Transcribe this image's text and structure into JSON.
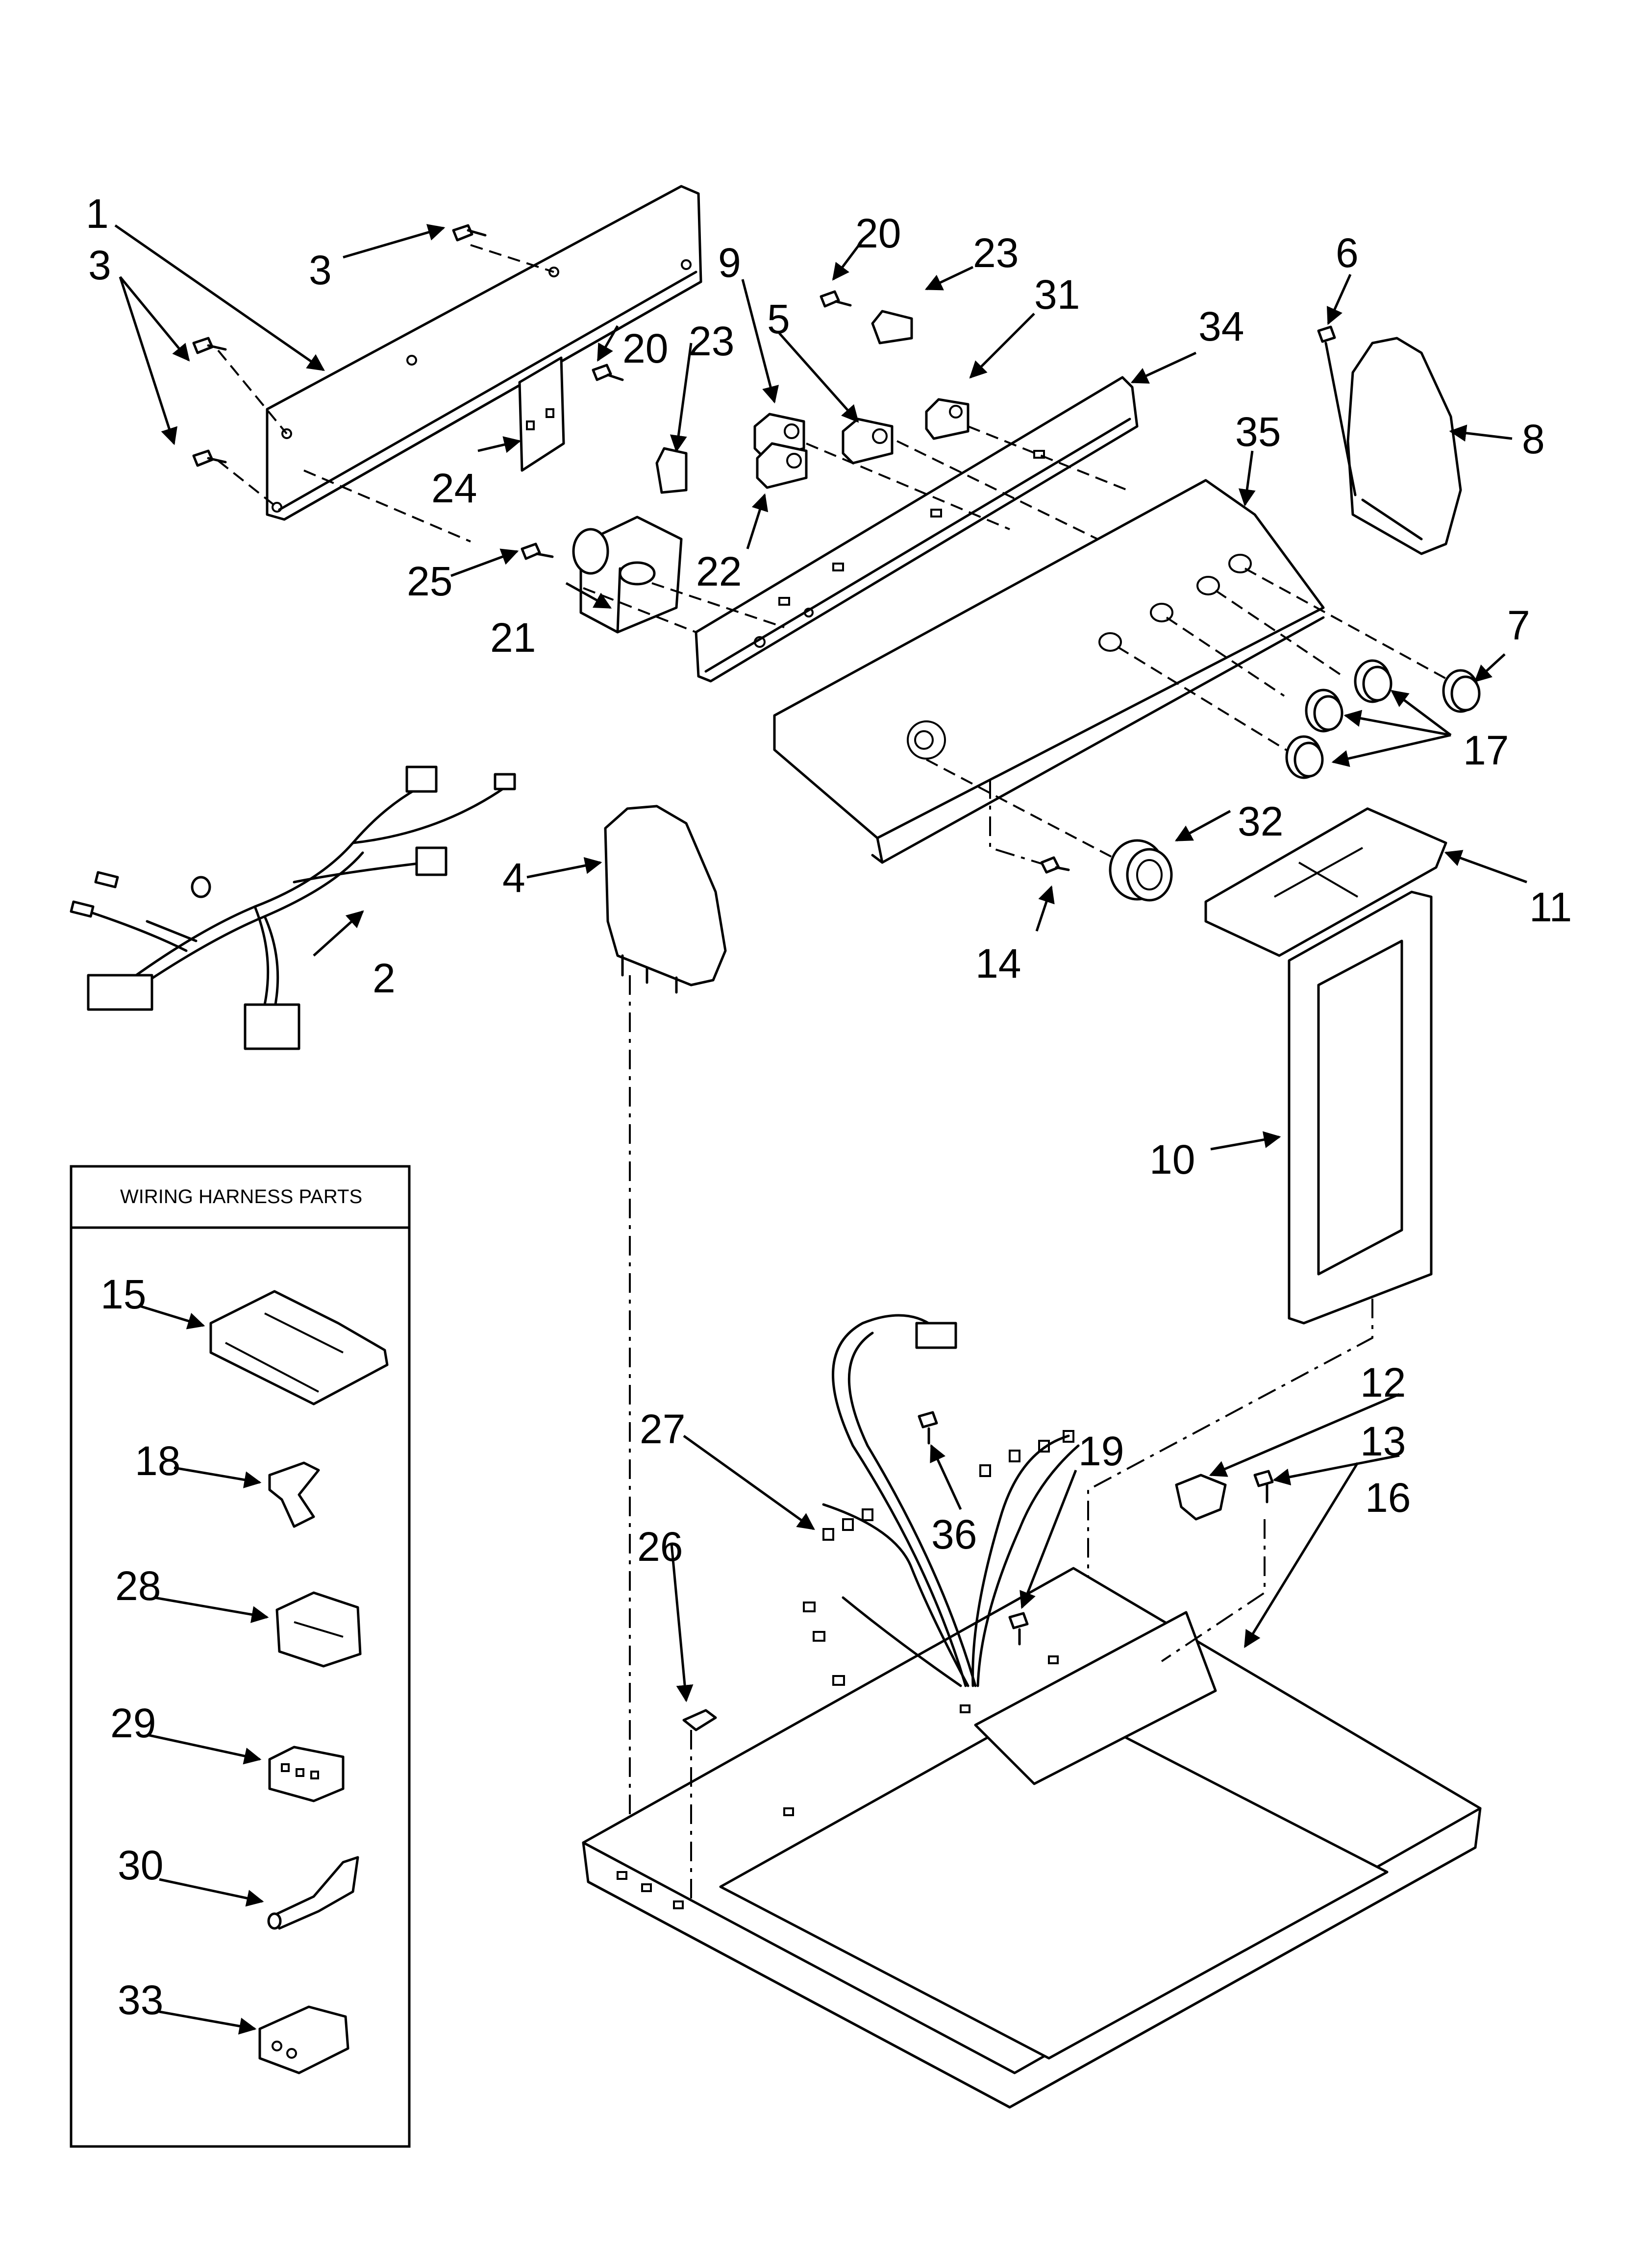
{
  "callouts": {
    "c1": "1",
    "c2": "2",
    "c3a": "3",
    "c3b": "3",
    "c4": "4",
    "c5": "5",
    "c6": "6",
    "c7": "7",
    "c8": "8",
    "c9": "9",
    "c10": "10",
    "c11": "11",
    "c12": "12",
    "c13": "13",
    "c14": "14",
    "c16": "16",
    "c17": "17",
    "c19": "19",
    "c20a": "20",
    "c20b": "20",
    "c21": "21",
    "c22": "22",
    "c23a": "23",
    "c23b": "23",
    "c24": "24",
    "c25": "25",
    "c26": "26",
    "c27": "27",
    "c31": "31",
    "c32": "32",
    "c34": "34",
    "c35": "35",
    "c36": "36"
  },
  "inset": {
    "title": "WIRING HARNESS PARTS",
    "items": {
      "i15": "15",
      "i18": "18",
      "i28": "28",
      "i29": "29",
      "i30": "30",
      "i33": "33"
    }
  }
}
